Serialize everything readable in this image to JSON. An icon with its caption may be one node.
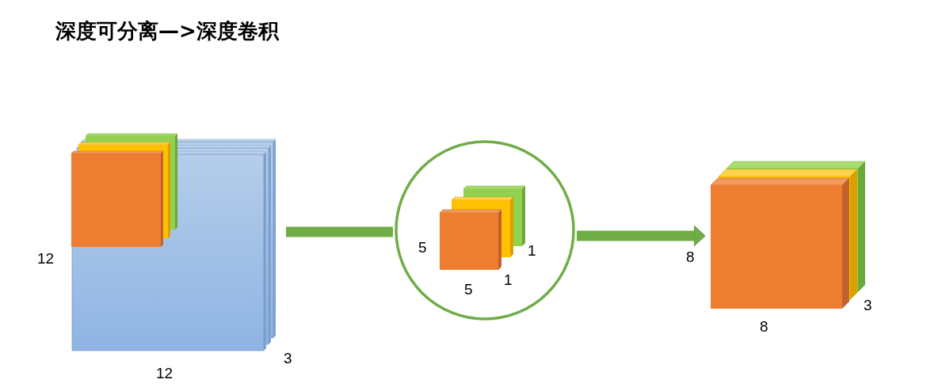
{
  "diagram": {
    "title": "深度可分离—>深度卷积",
    "nodes": [
      {
        "text": [],
        "shape": "box"
      },
      {
        "text": [],
        "shape": "circle"
      },
      {
        "text": [],
        "shape": "box"
      }
    ],
    "edges": [
      {
        "from": 0,
        "to": 1,
        "arrow": "none"
      },
      {
        "from": 1,
        "to": 2,
        "arrow": "to"
      }
    ],
    "labels": [
      "12",
      "12",
      "3",
      "5",
      "5",
      "1",
      "1",
      "8",
      "8",
      "3"
    ]
  }
}
